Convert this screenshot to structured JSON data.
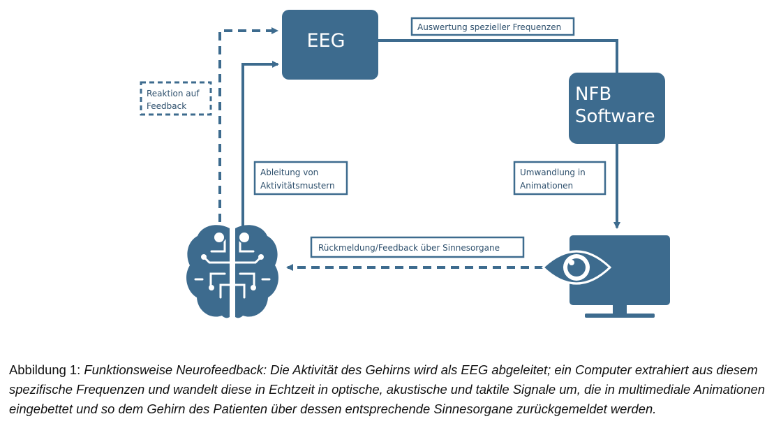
{
  "diagram": {
    "eeg_label": "EEG",
    "nfb_line1": "NFB",
    "nfb_line2": "Software",
    "label_auswertung": "Auswertung spezieller Frequenzen",
    "label_reaktion_line1": "Reaktion auf",
    "label_reaktion_line2": "Feedback",
    "label_ableitung_line1": "Ableitung von",
    "label_ableitung_line2": "Aktivitätsmustern",
    "label_umwandlung_line1": "Umwandlung in",
    "label_umwandlung_line2": "Animationen",
    "label_rueckmeldung": "Rückmeldung/Feedback über Sinnesorgane",
    "icons": [
      "brain-icon",
      "monitor-icon",
      "eye-icon"
    ],
    "colors": {
      "primary": "#3d6b8e",
      "text": "#2d4f6c"
    }
  },
  "caption": {
    "prefix": "Abbildung 1: ",
    "text": "Funktionsweise Neurofeedback: Die Aktivität des Gehirns wird als EEG abgeleitet; ein Computer extrahiert aus diesem spezifische Frequenzen und wandelt diese in Echtzeit in optische, akustische und taktile Signale um, die in multimediale Animationen eingebettet und so dem Gehirn des Patienten über dessen entsprechende Sinnesorgane zurückgemeldet werden."
  }
}
